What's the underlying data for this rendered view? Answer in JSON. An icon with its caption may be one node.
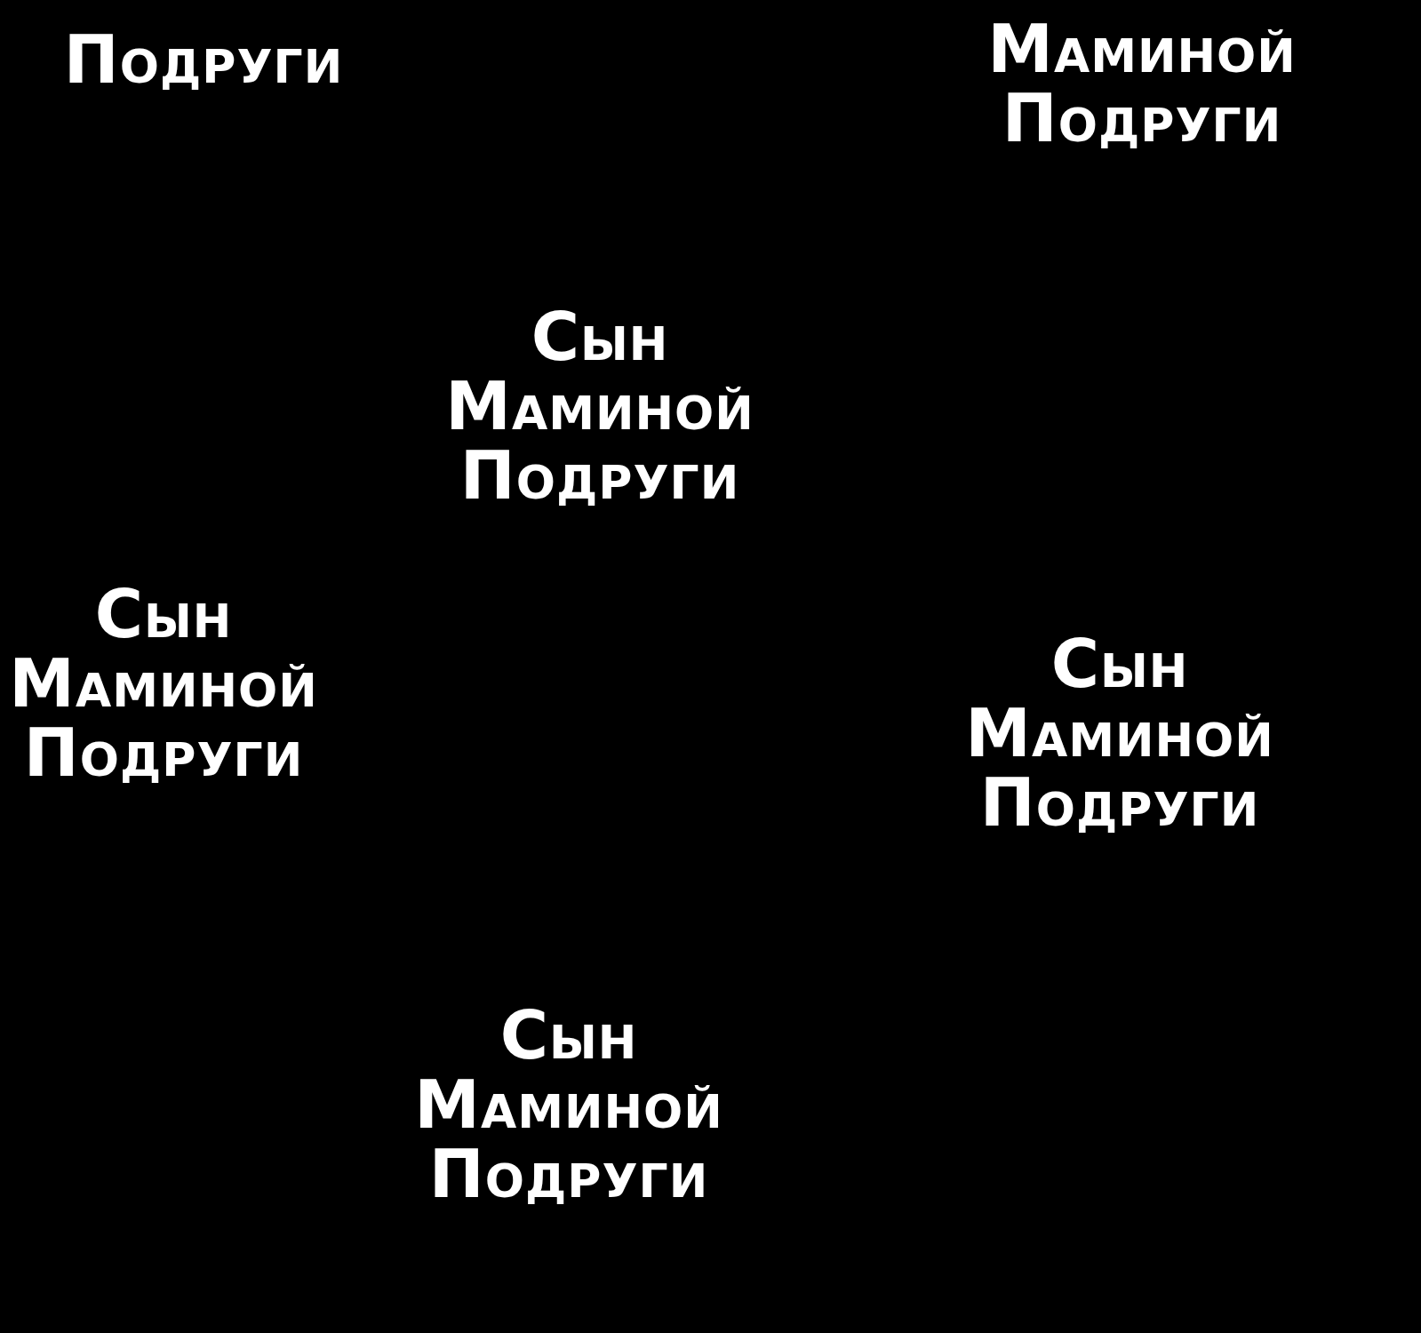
{
  "diagram": {
    "labels": [
      "Подруги",
      "Маминой Подруги",
      "Сын Маминой Подруги",
      "Сын Маминой Подруги",
      "Сын Маминой Подруги",
      "Сын Маминой Подруги"
    ]
  }
}
